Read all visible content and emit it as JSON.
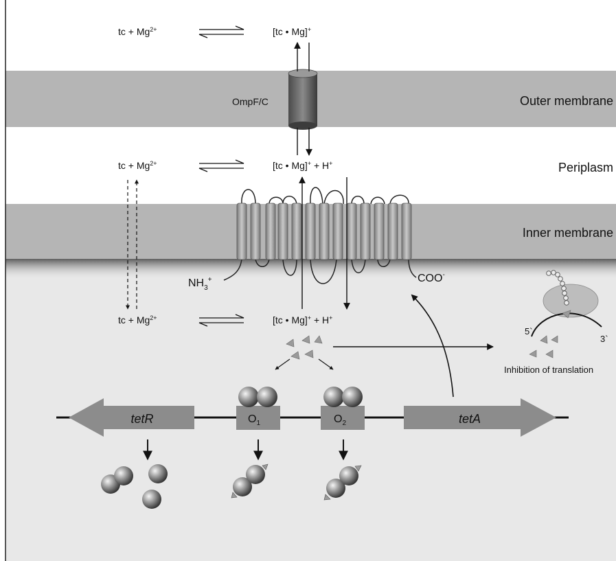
{
  "regions": {
    "outer_membrane": "Outer membrane",
    "periplasm": "Periplasm",
    "inner_membrane": "Inner membrane"
  },
  "porin": "OmpF/C",
  "equilibria": {
    "outside": {
      "left": "tc + Mg",
      "left_sup": "2+",
      "right": "[tc • Mg]",
      "right_sup": "+",
      "right_tail": ""
    },
    "periplasm": {
      "left": "tc + Mg",
      "left_sup": "2+",
      "right": "[tc • Mg]",
      "right_sup": "+",
      "right_tail": " + H",
      "right_tail_sup": "+"
    },
    "cytoplasm": {
      "left": "tc + Mg",
      "left_sup": "2+",
      "right": "[tc • Mg]",
      "right_sup": "+",
      "right_tail": " + H",
      "right_tail_sup": "+"
    }
  },
  "termini": {
    "n_term": "NH",
    "n_sub": "3",
    "n_sup": "+",
    "c_term": "COO",
    "c_sup": "-"
  },
  "genes": {
    "tetR": "tetR",
    "tetA": "tetA"
  },
  "operators": [
    {
      "letter": "O",
      "sub": "1"
    },
    {
      "letter": "O",
      "sub": "2"
    }
  ],
  "ribosome": {
    "five_prime": "5`",
    "three_prime": "3`",
    "caption": "Inhibition of translation"
  },
  "colors": {
    "membrane": "#b5b5b5",
    "cytoplasm": "#e8e8e8",
    "helix": "#9a9a9a",
    "gene_arrow": "#8c8c8c",
    "porin": "#6e6e6e"
  }
}
